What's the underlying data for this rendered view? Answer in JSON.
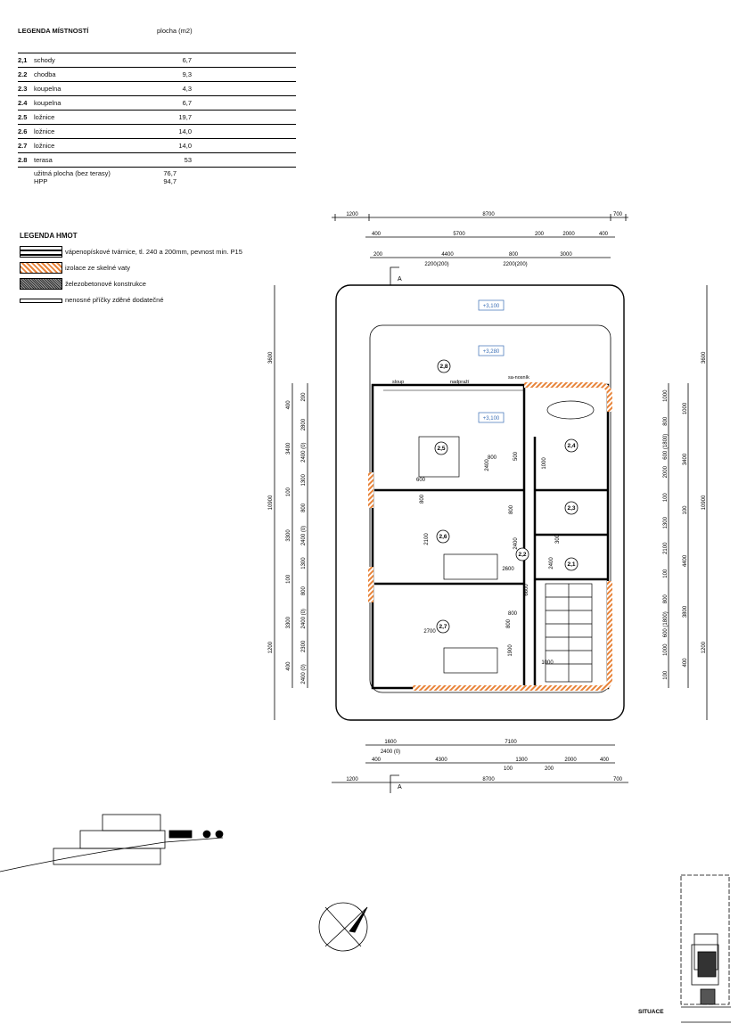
{
  "room_legend": {
    "title": "LEGENDA MÍSTNOSTÍ",
    "area_header": "plocha (m2)",
    "rows": [
      {
        "num": "2,1",
        "name": "schody",
        "area": "6,7"
      },
      {
        "num": "2.2",
        "name": "chodba",
        "area": "9,3"
      },
      {
        "num": "2.3",
        "name": "koupelna",
        "area": "4,3"
      },
      {
        "num": "2.4",
        "name": "koupelna",
        "area": "6,7"
      },
      {
        "num": "2.5",
        "name": "ložnice",
        "area": "19,7"
      },
      {
        "num": "2.6",
        "name": "ložnice",
        "area": "14,0"
      },
      {
        "num": "2.7",
        "name": "ložnice",
        "area": "14,0"
      },
      {
        "num": "2.8",
        "name": "terasa",
        "area": "53"
      }
    ],
    "totals": [
      {
        "name": "užitná plocha (bez terasy)",
        "area": "76,7"
      },
      {
        "name": "HPP",
        "area": "94,7"
      }
    ]
  },
  "mass_legend": {
    "title": "LEGENDA HMOT",
    "items": [
      "vápenopískové tvárnice, tl. 240 a 200mm, pevnost min. P15",
      "izolace ze skelné vaty",
      "železobetonové konstrukce",
      "nenosné příčky zděné dodatečné"
    ]
  },
  "plan": {
    "elevations": [
      "+3,100",
      "+3,280",
      "+3,100"
    ],
    "rooms": [
      "2,8",
      "2,5",
      "2,6",
      "2,7",
      "2,4",
      "2,3",
      "2,2",
      "2,1"
    ],
    "notes": [
      "sloup",
      "nadpraží",
      "sa-nosník"
    ],
    "section_mark": "A",
    "dims_top": {
      "row1": [
        "1200",
        "8700",
        "700"
      ],
      "row2": [
        "400",
        "5700",
        "200",
        "2000",
        "400"
      ],
      "row3": [
        "200",
        "4400",
        "800",
        "3000"
      ],
      "row3_sub": [
        "2200(200)",
        "2200(200)"
      ]
    },
    "dims_bottom": {
      "row1": [
        "1600",
        "7100",
        "2400 (0)"
      ],
      "row2": [
        "400",
        "4300",
        "1300",
        "2000",
        "400",
        "100",
        "200"
      ],
      "row3": [
        "1200",
        "8700",
        "700"
      ]
    },
    "dims_left": {
      "outer": [
        "3600",
        "10900",
        "1200"
      ],
      "mid": [
        "400",
        "3400",
        "100",
        "3300",
        "100",
        "3300",
        "400"
      ],
      "inner": [
        "200",
        "2800",
        "2400 (0)",
        "1300",
        "800",
        "2400 (0)",
        "1300",
        "800",
        "2400 (0)",
        "2300",
        "2400 (0)"
      ]
    },
    "dims_right": {
      "outer": [
        "3600",
        "10900",
        "1200"
      ],
      "mid": [
        "1000",
        "3400",
        "100",
        "4400",
        "3800",
        "400"
      ],
      "inner": [
        "1000",
        "800",
        "600 (1800)",
        "2000",
        "100",
        "1300",
        "2100",
        "100",
        "800",
        "600 (1800)",
        "1000",
        "100"
      ]
    },
    "interior_dims": [
      "800",
      "2400",
      "500",
      "600",
      "800",
      "2100",
      "2700",
      "800",
      "1000",
      "800",
      "2400",
      "300",
      "2600",
      "6600",
      "2400",
      "1000",
      "1900",
      "800"
    ]
  },
  "situation": {
    "label": "SITUACE"
  },
  "colors": {
    "insulation": "#e8843a",
    "elevation": "#3b6fb6"
  }
}
